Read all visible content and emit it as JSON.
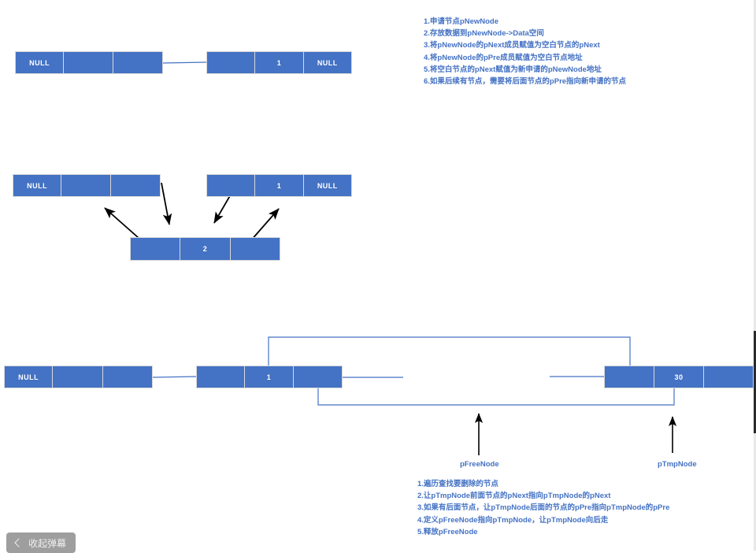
{
  "diagram": {
    "title": "doubly-linked-list-insert-delete",
    "colors": {
      "node_fill": "#4472C4",
      "node_border": "#d9d9d9",
      "node_text": "#ffffff",
      "note_text": "#4472C4",
      "connector": "#4472C4",
      "arrow_black": "#000000"
    },
    "row1": {
      "name": "insert-before-state",
      "left_group": {
        "cells": [
          "NULL",
          "",
          ""
        ]
      },
      "right_group": {
        "cells": [
          "",
          "1",
          "NULL"
        ]
      }
    },
    "row2": {
      "name": "insert-after-state",
      "left_group": {
        "cells": [
          "NULL",
          "",
          ""
        ]
      },
      "right_group": {
        "cells": [
          "",
          "1",
          "NULL"
        ]
      },
      "new_node": {
        "cells": [
          "",
          "2",
          ""
        ]
      }
    },
    "row3": {
      "name": "delete-state",
      "left_group": {
        "cells": [
          "NULL",
          "",
          ""
        ]
      },
      "middle_group": {
        "cells": [
          "",
          "1",
          ""
        ]
      },
      "right_group": {
        "cells": [
          "",
          "30",
          ""
        ]
      },
      "pointers": [
        {
          "label": "pFreeNode"
        },
        {
          "label": "pTmpNode"
        }
      ]
    }
  },
  "notes": {
    "insert": {
      "name": "insert-steps",
      "lines": [
        "1.申请节点pNewNode",
        "2.存放数据到pNewNode->Data空间",
        "3.将pNewNode的pNext成员赋值为空白节点的pNext",
        "4.将pNewNode的pPre成员赋值为空白节点地址",
        "5.将空白节点的pNext赋值为新申请的pNewNode地址",
        "6.如果后续有节点，需要将后面节点的pPre指向新申请的节点"
      ]
    },
    "delete": {
      "name": "delete-steps",
      "lines": [
        "1.遍历查找要删除的节点",
        "2.让pTmpNode前面节点的pNext指向pTmpNode的pNext",
        "3.如果有后面节点，让pTmpNode后面的节点的pPre指向pTmpNode的pPre",
        "4.定义pFreeNode指向pTmpNode，让pTmpNode向后走",
        "5.释放pFreeNode"
      ]
    }
  },
  "player": {
    "danmu_toggle": {
      "label": "收起弹幕",
      "icon": "chevron-left-icon"
    }
  }
}
